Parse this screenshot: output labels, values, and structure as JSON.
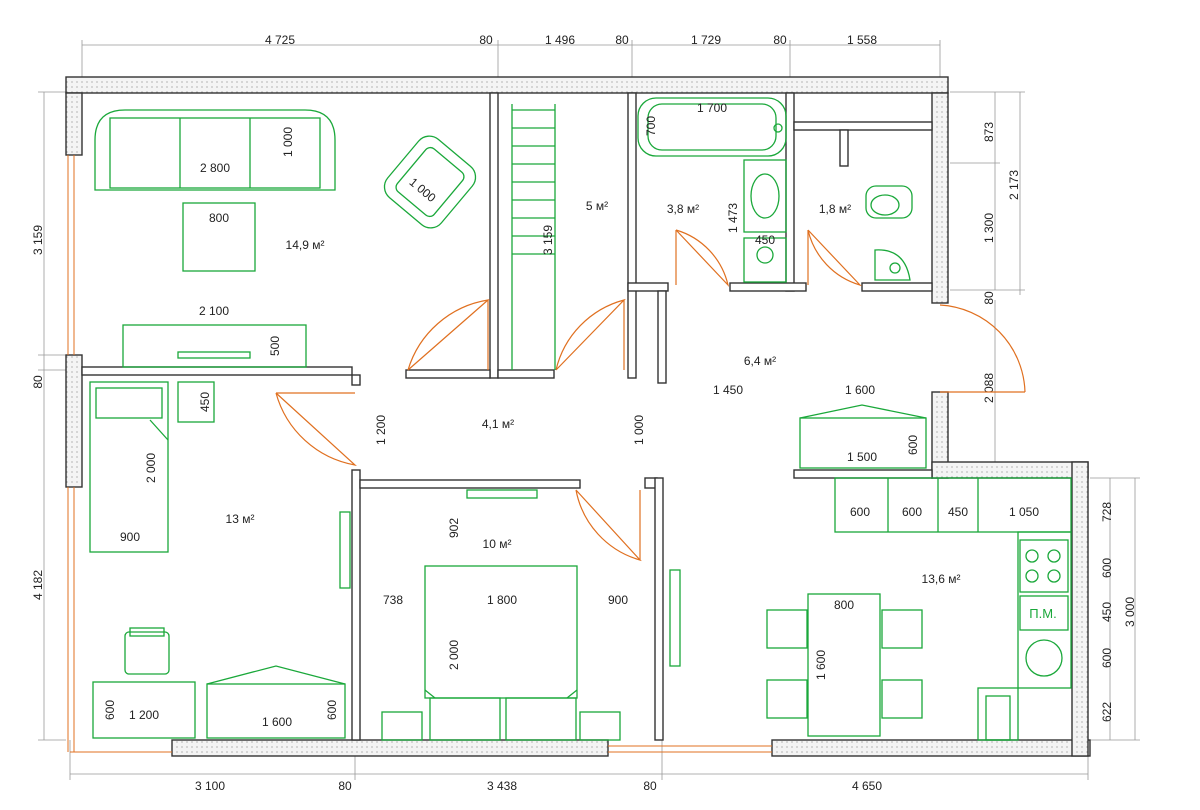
{
  "dims": {
    "top": [
      "4 725",
      "80",
      "1 496",
      "80",
      "1 729",
      "80",
      "1 558"
    ],
    "bottom": [
      "3 100",
      "80",
      "3 438",
      "80",
      "4 650"
    ],
    "left": [
      "3 159",
      "80",
      "4 182"
    ],
    "right": [
      "873",
      "2 173",
      "1 300",
      "80",
      "2 088",
      "728",
      "600",
      "450",
      "3 000",
      "600",
      "622"
    ]
  },
  "rooms": {
    "living": "14,9 м²",
    "corridor": "5 м²",
    "bath": "3,8 м²",
    "wc": "1,8 м²",
    "hall": "6,4 м²",
    "lobby": "4,1 м²",
    "bedroom_left": "13 м²",
    "bedroom_center": "10 м²",
    "kitchen": "13,6 м²"
  },
  "furniture": {
    "sofa_w": "2 800",
    "sofa_d": "1 000",
    "armchair": "1 000",
    "table_w": "800",
    "tv_w": "2 100",
    "tv_d": "500",
    "stairs": "3 159",
    "bath_w": "1 700",
    "bath_d": "700",
    "sink_h": "1 473",
    "sink_w": "450",
    "bed1_l": "2 000",
    "bed1_w": "900",
    "nightstand": "450",
    "desk_w": "1 200",
    "desk_d": "600",
    "dresser_w": "1 600",
    "dresser_d": "600",
    "lobby_h": "1 200",
    "lobby_door": "1 000",
    "bed2_top": "902",
    "bed2_left": "738",
    "bed2_w": "1 800",
    "bed2_right": "900",
    "bed2_l": "2 000",
    "hall_a": "1 450",
    "hall_b": "1 600",
    "hall_c": "1 500",
    "hall_d": "600",
    "k1": "600",
    "k2": "600",
    "k3": "450",
    "k4": "1 050",
    "ktable_w": "800",
    "ktable_l": "1 600",
    "fridge": "П.М."
  }
}
